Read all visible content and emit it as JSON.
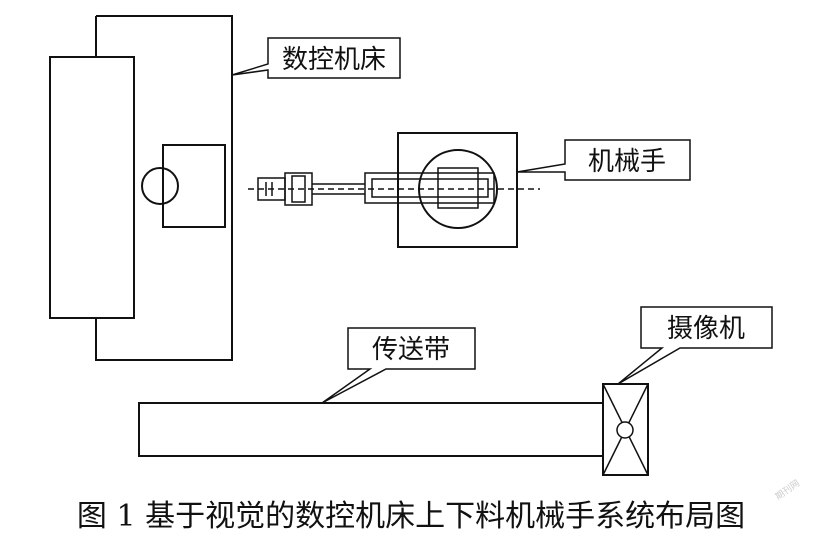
{
  "labels": {
    "cnc_machine": "数控机床",
    "robot_arm": "机械手",
    "conveyor": "传送带",
    "camera": "摄像机"
  },
  "caption": "图 1   基于视觉的数控机床上下料机械手系统布局图"
}
